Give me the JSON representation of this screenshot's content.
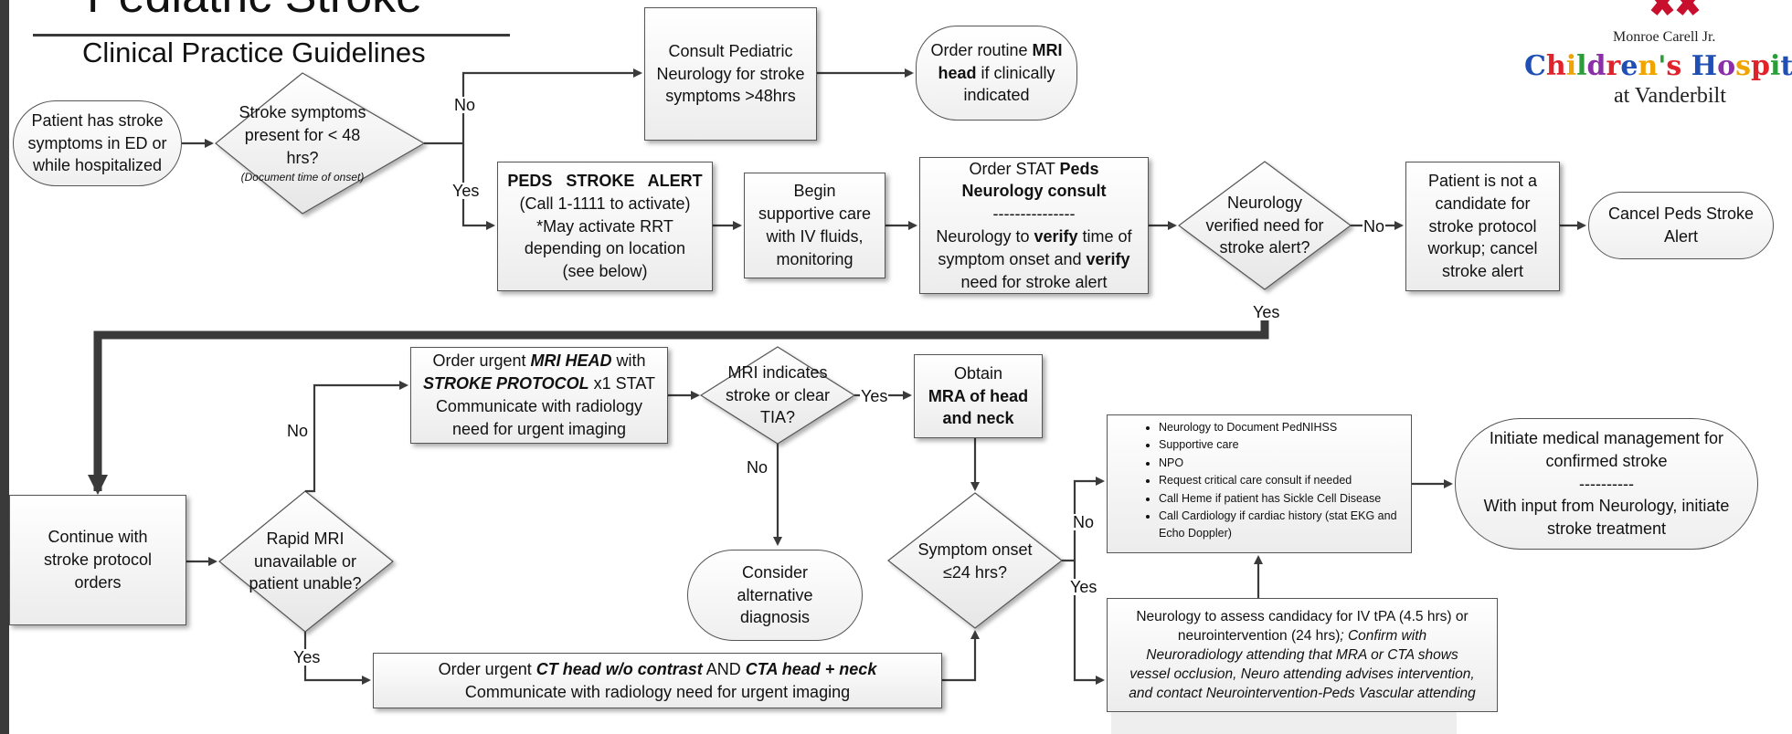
{
  "header": {
    "title": "Pediatric Stroke",
    "subtitle": "Clinical Practice Guidelines"
  },
  "logo": {
    "top_line": "Monroe Carell Jr.",
    "main_line": "Children's Hospital",
    "bottom_line": "at Vanderbilt",
    "colors": [
      "#1f4fb5",
      "#e2222a",
      "#f0a400",
      "#2a9d3a",
      "#8b2fa8",
      "#e2222a",
      "#1f4fb5",
      "#f0a400",
      "#2a9d3a",
      "#e2222a",
      "#1f4fb5",
      "#8b2fa8",
      "#f0a400",
      "#e2222a",
      "#2a9d3a",
      "#1f4fb5",
      "#e2222a",
      "#f0a400",
      "#8b2fa8"
    ]
  },
  "nodes": {
    "start": [
      "Patient has stroke",
      "symptoms in ED or",
      "while hospitalized"
    ],
    "symptoms_48": {
      "lines": [
        "Stroke symptoms",
        "present for < 48 hrs?"
      ],
      "note": "(Document time of onset)"
    },
    "consult_neuro": [
      "Consult Pediatric",
      "Neurology for stroke",
      "symptoms >48hrs"
    ],
    "routine_mri": {
      "l1a": "Order routine ",
      "l1b": "MRI",
      "l2a": "head",
      "l2b": " if clinically",
      "l3": "indicated"
    },
    "stroke_alert": {
      "l1": "PEDS   STROKE   ALERT",
      "l2": "(Call 1-1111 to activate)",
      "l3": "*May activate RRT",
      "l4": "depending on location",
      "l5": "(see below)"
    },
    "supportive": [
      "Begin",
      "supportive care",
      "with IV fluids,",
      "monitoring"
    ],
    "neuro_consult": {
      "l1a": "Order STAT ",
      "l1b": "Peds",
      "l2": "Neurology consult",
      "l3": "---------------",
      "l4a": "Neurology to ",
      "l4b": "verify",
      "l4c": " time of",
      "l5a": "symptom onset and ",
      "l5b": "verify",
      "l6": "need for stroke alert"
    },
    "verified": [
      "Neurology",
      "verified need for",
      "stroke alert?"
    ],
    "not_candidate": [
      "Patient is not a",
      "candidate for",
      "stroke protocol",
      "workup;  cancel",
      "stroke alert"
    ],
    "cancel_alert": [
      "Cancel Peds Stroke",
      "Alert"
    ],
    "continue_protocol": [
      "Continue with",
      "stroke protocol",
      "orders"
    ],
    "rapid_mri": [
      "Rapid MRI",
      "unavailable or",
      "patient unable?"
    ],
    "urgent_mri": {
      "l1a": "Order urgent ",
      "l1b": "MRI HEAD",
      "l1c": " with",
      "l2a": "STROKE PROTOCOL",
      "l2b": " x1 STAT",
      "l3": "Communicate with radiology",
      "l4": "need for urgent imaging"
    },
    "mri_indicates": [
      "MRI indicates",
      "stroke or clear",
      "TIA?"
    ],
    "obtain_mra": {
      "l1": "Obtain",
      "l2": "MRA of head",
      "l3": "and neck"
    },
    "alt_diagnosis": [
      "Consider",
      "alternative",
      "diagnosis"
    ],
    "onset_24": [
      "Symptom onset",
      "≤24 hrs?"
    ],
    "ct_order": {
      "l1a": "Order urgent ",
      "l1b": "CT head w/o contrast",
      "l1c": " AND ",
      "l1d": "CTA head + neck",
      "l2": "Communicate with radiology need for urgent imaging"
    },
    "management_list": [
      "Neurology to Document PedNIHSS",
      "Supportive care",
      "NPO",
      "Request critical care consult if needed",
      "Call Heme if patient has Sickle Cell Disease",
      "Call Cardiology if cardiac history (stat EKG and Echo Doppler)"
    ],
    "medical_mgmt": [
      "Initiate medical management for",
      "confirmed stroke",
      "----------",
      "With input from Neurology, initiate",
      "stroke treatment"
    ],
    "tpa": {
      "l1": "Neurology to assess candidacy for IV tPA (4.5 hrs) or",
      "l2a": "neurointervention (24 hrs)",
      "l2b": "; Confirm with",
      "l3": "Neuroradiology attending that MRA or CTA shows",
      "l4": "vessel occlusion, Neuro attending advises intervention,",
      "l5": "and contact Neurointervention-Peds Vascular attending"
    }
  },
  "edge_labels": {
    "yes": "Yes",
    "no": "No"
  }
}
